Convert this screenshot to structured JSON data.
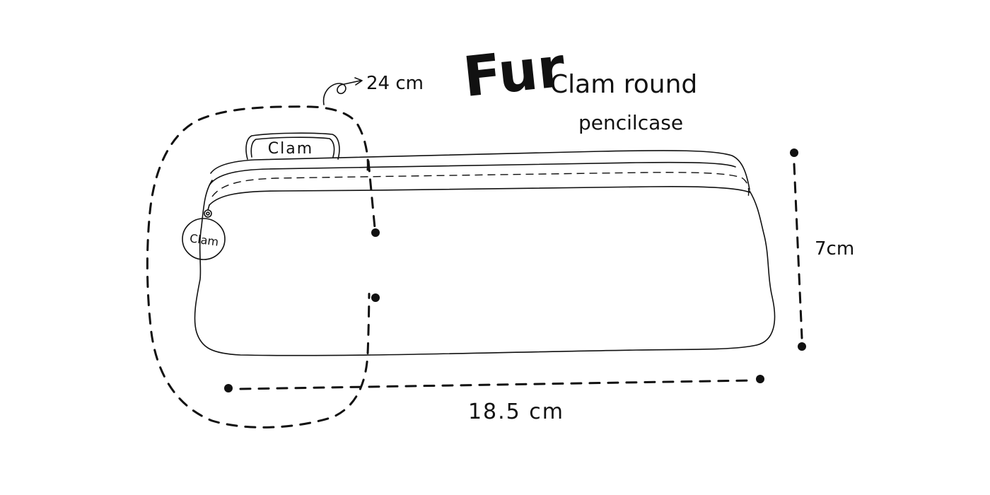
{
  "title": {
    "brand": "Fur",
    "line1": "Clam round",
    "line2": "pencilcase"
  },
  "labels": {
    "tag_top": "Clam",
    "tag_pull": "Clam"
  },
  "dimensions": {
    "circumference": "24 cm",
    "height": "7cm",
    "length": "18.5 cm"
  },
  "colors": {
    "ink": "#111111",
    "background": "#ffffff"
  }
}
